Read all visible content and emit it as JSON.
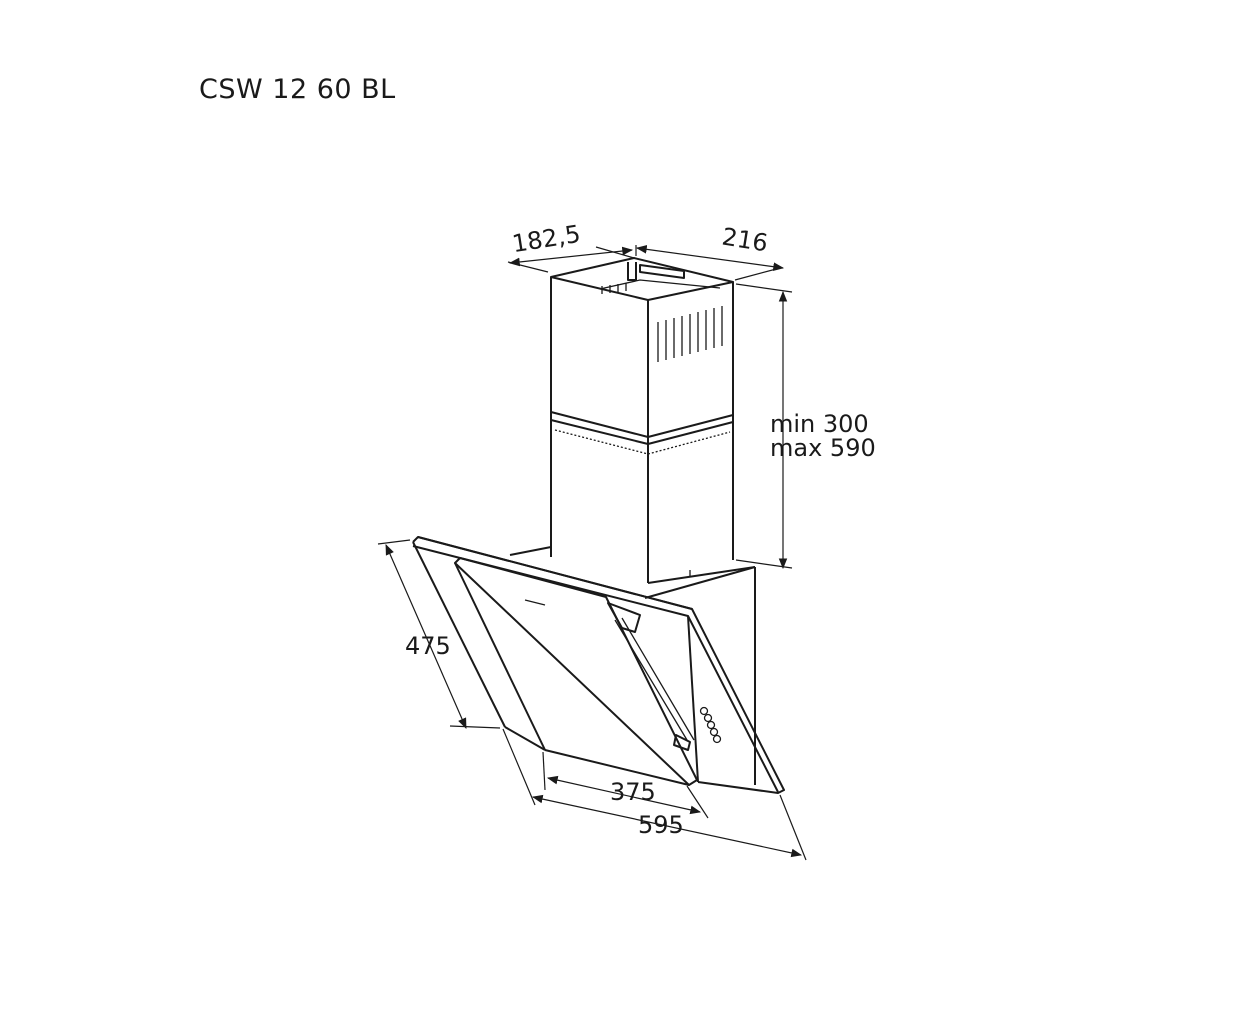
{
  "title": "CSW 12 60 BL",
  "dimensions": {
    "depth_chimney": "182,5",
    "width_chimney": "216",
    "height_min": "min 300",
    "height_max": "max 590",
    "panel_height": "475",
    "inner_width": "375",
    "total_width": "595"
  }
}
